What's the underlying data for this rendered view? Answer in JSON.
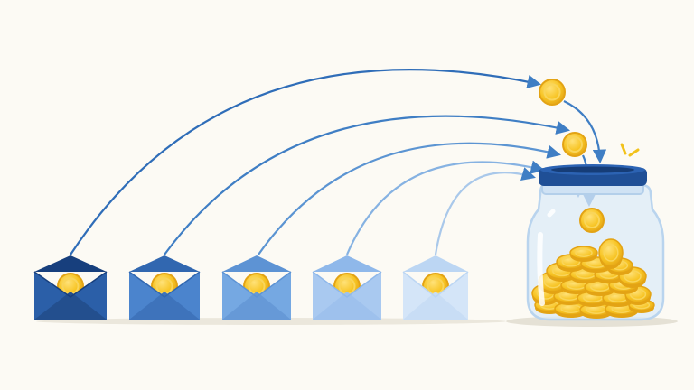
{
  "scene": {
    "background": "#fcfaf4",
    "coin_color": "#f7c423",
    "coin_edge": "#e3a314",
    "jar_lid": "#1f4f96",
    "jar_glass": "#dcebf8",
    "arrow_color": "#4d8fd0"
  },
  "envelopes": [
    {
      "id": "envelope-1",
      "body": "#2b5fa8",
      "flap": "#173f7d",
      "shade": "#234f8e"
    },
    {
      "id": "envelope-2",
      "body": "#4b84cd",
      "flap": "#3167b0",
      "shade": "#3e73bb"
    },
    {
      "id": "envelope-3",
      "body": "#75a8e2",
      "flap": "#5d93d4",
      "shade": "#6699d7"
    },
    {
      "id": "envelope-4",
      "body": "#a9c9f0",
      "flap": "#8fb8ea",
      "shade": "#9ec1ed"
    },
    {
      "id": "envelope-5",
      "body": "#d4e5f8",
      "flap": "#bcd6f3",
      "shade": "#c8ddf5"
    }
  ],
  "arrows": [
    {
      "from": "envelope-1",
      "color": "#2f6db8"
    },
    {
      "from": "envelope-2",
      "color": "#3f7ec4"
    },
    {
      "from": "envelope-3",
      "color": "#5b94d2"
    },
    {
      "from": "envelope-4",
      "color": "#86b2e2"
    },
    {
      "from": "envelope-5",
      "color": "#a9c8ea"
    }
  ]
}
